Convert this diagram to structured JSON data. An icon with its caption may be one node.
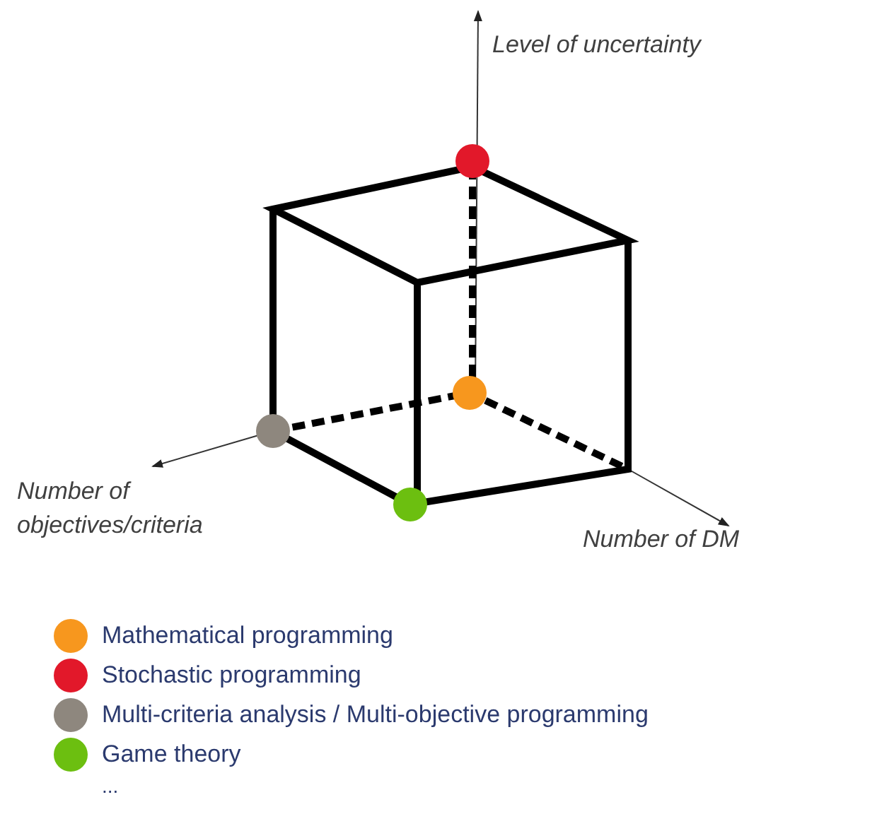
{
  "diagram": {
    "labels": [
      "Level of uncertainty",
      "Number of objectives/criteria",
      "Number of DM",
      "..."
    ],
    "legend": [
      {
        "text": "Mathematical programming",
        "color": "#f7971e"
      },
      {
        "text": "Stochastic programming",
        "color": "#e2182a"
      },
      {
        "text": "Multi-criteria analysis / Multi-objective programming",
        "color": "#8e877e"
      },
      {
        "text": "Game theory",
        "color": "#6cbf10"
      }
    ]
  }
}
